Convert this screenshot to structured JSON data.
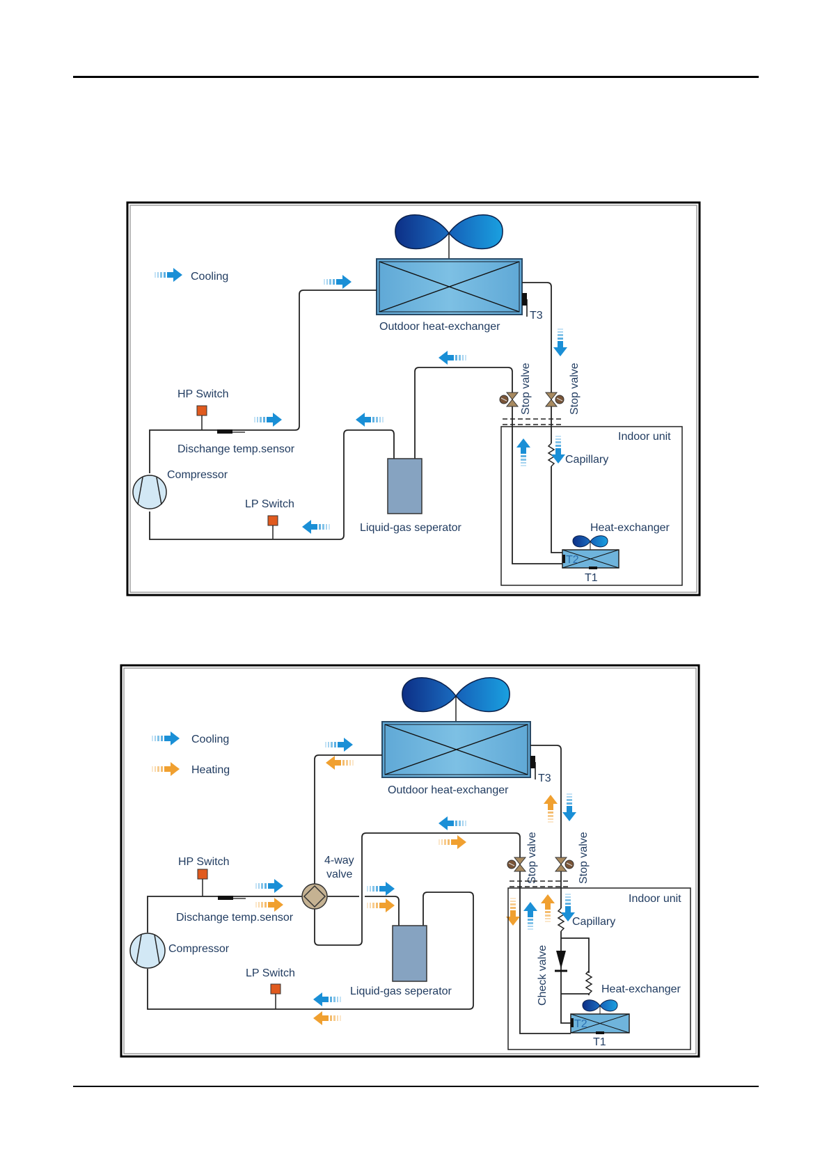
{
  "page": {
    "header_rule": true,
    "footer_rule": true
  },
  "colors": {
    "cooling": "#1a8fd6",
    "heating": "#f0a030",
    "text": "#1f3a5f",
    "hx_fill": "#6fb4dc",
    "separator_fill": "#86a3c1",
    "switch_fill": "#e05a1e",
    "compressor_fill": "#d2e8f5",
    "valve_fill": "#a88a60",
    "fan_dark": "#0d3c8f",
    "fan_light": "#1a96dc"
  },
  "diagrams": [
    {
      "id": "cooling-only",
      "legend": [
        {
          "label": "Cooling",
          "type": "cooling"
        }
      ],
      "labels": {
        "outdoor_hx": "Outdoor heat-exchanger",
        "t3": "T3",
        "hp_switch": "HP Switch",
        "discharge_sensor": "Dischange temp.sensor",
        "compressor": "Compressor",
        "lp_switch": "LP Switch",
        "separator": "Liquid-gas seperator",
        "stop_valve_1": "Stop valve",
        "stop_valve_2": "Stop valve",
        "indoor_unit": "Indoor unit",
        "capillary": "Capillary",
        "indoor_hx": "Heat-exchanger",
        "t2": "T2",
        "t1": "T1"
      }
    },
    {
      "id": "heat-pump",
      "legend": [
        {
          "label": "Cooling",
          "type": "cooling"
        },
        {
          "label": "Heating",
          "type": "heating"
        }
      ],
      "labels": {
        "outdoor_hx": "Outdoor heat-exchanger",
        "t3": "T3",
        "hp_switch": "HP Switch",
        "four_way_line1": "4-way",
        "four_way_line2": "valve",
        "discharge_sensor": "Dischange temp.sensor",
        "compressor": "Compressor",
        "lp_switch": "LP Switch",
        "separator": "Liquid-gas seperator",
        "stop_valve_1": "Stop valve",
        "stop_valve_2": "Stop valve",
        "indoor_unit": "Indoor unit",
        "capillary": "Capillary",
        "check_valve": "Check valve",
        "indoor_hx": "Heat-exchanger",
        "t2": "T2",
        "t1": "T1"
      }
    }
  ]
}
